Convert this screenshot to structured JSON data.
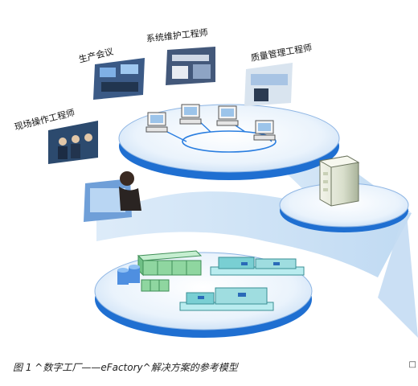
{
  "figure": {
    "caption": "图 1  ^数字工厂——eFactory^解决方案的参考模型",
    "corner_mark": "□"
  },
  "roles": [
    {
      "label": "现场操作工程师"
    },
    {
      "label": "生产会议"
    },
    {
      "label": "系统维护工程师"
    },
    {
      "label": "质量管理工程师"
    }
  ],
  "colors": {
    "frame": "#bcd8f2",
    "ellipse_top": "#e9f3fd",
    "ellipse_side": "#1f6fd1",
    "machine_green": "#8fd6a0",
    "machine_teal": "#79cfd3",
    "tank_blue": "#4f8fe0"
  }
}
